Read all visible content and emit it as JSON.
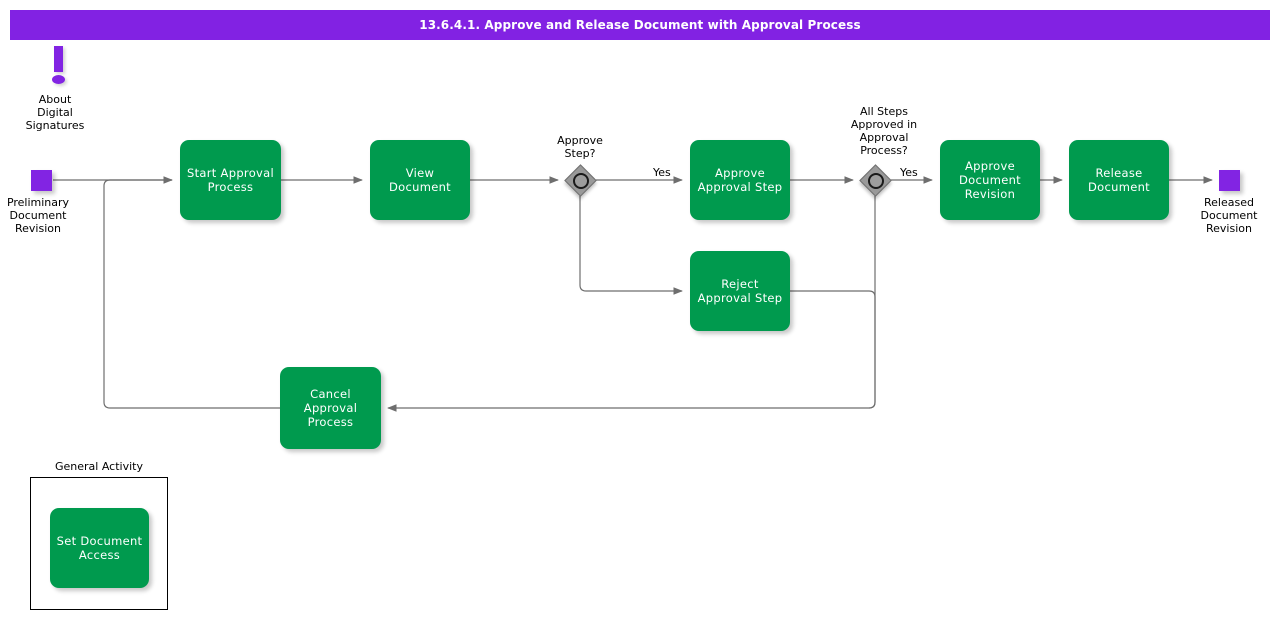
{
  "header": {
    "title": "13.6.4.1. Approve and Release Document with Approval Process",
    "bg_color": "#8222E3",
    "text_color": "#ffffff"
  },
  "palette": {
    "activity_green": "#009A4E",
    "event_purple": "#8224E3",
    "gateway_gray": "#999999",
    "connector_gray": "#6e6e6e",
    "canvas": "#ffffff"
  },
  "annotation": {
    "icon": "exclamation-icon",
    "label": "About\nDigital\nSignatures"
  },
  "events": [
    {
      "id": "start",
      "label": "Preliminary\nDocument\nRevision",
      "type": "start-event"
    },
    {
      "id": "end",
      "label": "Released\nDocument\nRevision",
      "type": "end-event"
    }
  ],
  "activities": [
    {
      "id": "start-approval",
      "label": "Start Approval\nProcess"
    },
    {
      "id": "view-document",
      "label": "View Document"
    },
    {
      "id": "approve-step",
      "label": "Approve\nApproval Step"
    },
    {
      "id": "reject-step",
      "label": "Reject Approval\nStep"
    },
    {
      "id": "approve-revision",
      "label": "Approve\nDocument\nRevision"
    },
    {
      "id": "release-document",
      "label": "Release\nDocument"
    },
    {
      "id": "cancel-approval",
      "label": "Cancel Approval\nProcess"
    },
    {
      "id": "set-document-access",
      "label": "Set Document\nAccess"
    }
  ],
  "gateways": [
    {
      "id": "gw-approve-step",
      "label": "Approve\nStep?"
    },
    {
      "id": "gw-all-approved",
      "label": "All Steps\nApproved in\nApproval\nProcess?"
    }
  ],
  "flow_labels": [
    {
      "id": "yes-1",
      "text": "Yes"
    },
    {
      "id": "yes-2",
      "text": "Yes"
    }
  ],
  "group": {
    "title": "General Activity"
  }
}
